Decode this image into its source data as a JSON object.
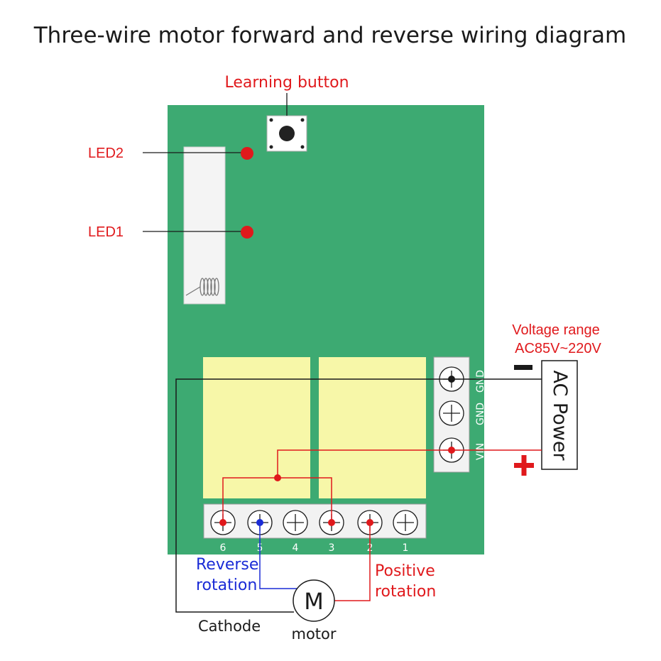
{
  "title": "Three-wire motor forward and reverse wiring diagram",
  "labels": {
    "learning_button": "Learning button",
    "led2": "LED2",
    "led1": "LED1",
    "voltage_range_line1": "Voltage range",
    "voltage_range_line2": "AC85V~220V",
    "ac_power": "AC Power",
    "minus": "−",
    "plus": "+",
    "reverse_line1": "Reverse",
    "reverse_line2": "rotation",
    "positive_line1": "Positive",
    "positive_line2": "rotation",
    "cathode": "Cathode",
    "motor": "motor",
    "motor_symbol": "M"
  },
  "power_terminals": [
    "GND",
    "GND",
    "VIN"
  ],
  "output_terminals": [
    "6",
    "5",
    "4",
    "3",
    "2",
    "1"
  ],
  "colors": {
    "board": "#3daa72",
    "relay": "#f7f7a8",
    "terminal_block": "#f2f2f2",
    "wire_red": "#e0191c",
    "wire_blue": "#1a2bd6",
    "wire_black": "#1a1a1a",
    "text_red": "#e0191c",
    "text_blue": "#1a2bd6"
  }
}
